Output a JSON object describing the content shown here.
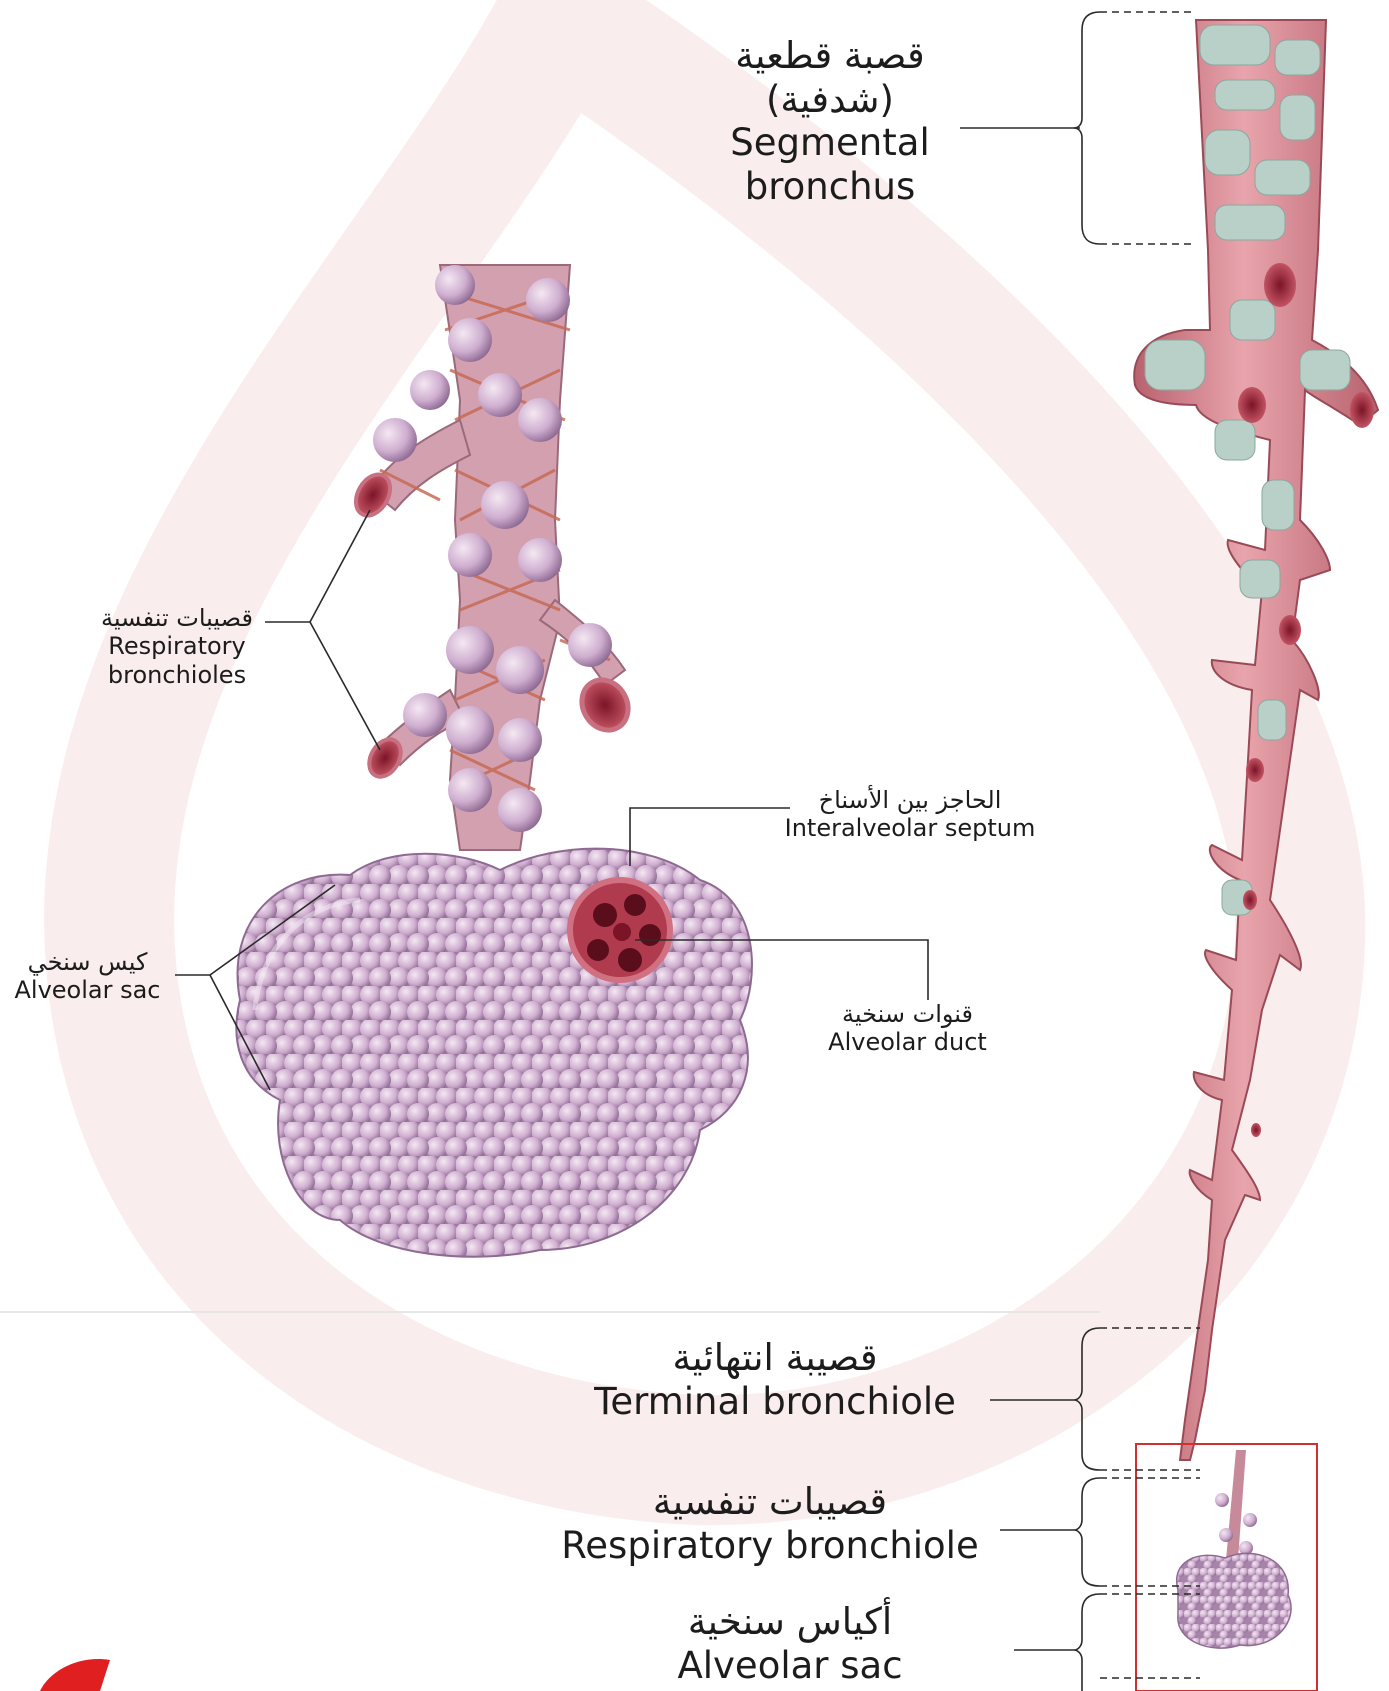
{
  "labels": {
    "segmental_bronchus": {
      "ar_line1": "قصبة قطعية",
      "ar_line2": "(شدفية)",
      "en_line1": "Segmental",
      "en_line2": "bronchus"
    },
    "respiratory_bronchioles": {
      "ar": "قصيبات تنفسية",
      "en_line1": "Respiratory",
      "en_line2": "bronchioles"
    },
    "interalveolar_septum": {
      "ar": "الحاجز بين الأسناخ",
      "en": "Interalveolar septum"
    },
    "alveolar_sac_left": {
      "ar": "كيس سنخي",
      "en": "Alveolar sac"
    },
    "alveolar_duct": {
      "ar": "قنوات سنخية",
      "en": "Alveolar duct"
    },
    "terminal_bronchiole": {
      "ar": "قصيبة انتهائية",
      "en": "Terminal bronchiole"
    },
    "respiratory_bronchiole": {
      "ar": "قصيبات تنفسية",
      "en": "Respiratory bronchiole"
    },
    "alveolar_sac_bottom": {
      "ar": "أكياس سنخية",
      "en": "Alveolar sac"
    }
  },
  "colors": {
    "watermark": "#f6dede",
    "airway": "#d98a92",
    "cartilage": "#b8d0c8",
    "muscle": "#c76a55",
    "alveolus": "#c9a6c6",
    "alveolus_light": "#e6d2e4",
    "lumen": "#a8283c",
    "highlight_box": "#d03030",
    "logo_red": "#e02020"
  }
}
